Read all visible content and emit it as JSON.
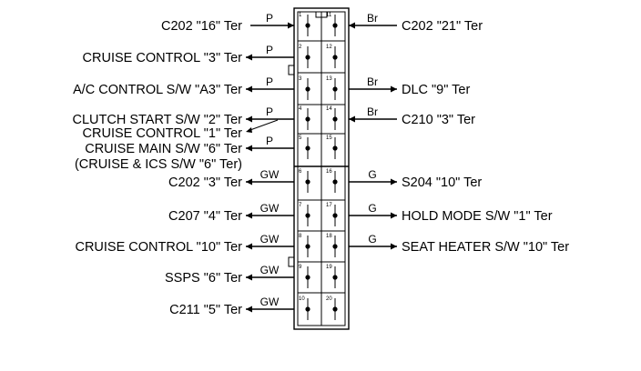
{
  "left_pins": [
    {
      "pin": "1",
      "label": "C202 \"16\" Ter",
      "wire": "P"
    },
    {
      "pin": "2",
      "label": "CRUISE CONTROL \"3\" Ter",
      "wire": "P"
    },
    {
      "pin": "3",
      "label": "A/C CONTROL S/W \"A3\" Ter",
      "wire": "P"
    },
    {
      "pin": "4",
      "label": "CLUTCH START S/W \"2\" Ter",
      "wire": "P",
      "label2": "CRUISE CONTROL \"1\" Ter"
    },
    {
      "pin": "5",
      "label": "CRUISE MAIN S/W \"6\" Ter",
      "wire": "P",
      "label2": "(CRUISE & ICS S/W \"6\" Ter)"
    },
    {
      "pin": "6",
      "label": "C202 \"3\" Ter",
      "wire": "GW"
    },
    {
      "pin": "7",
      "label": "C207 \"4\" Ter",
      "wire": "GW"
    },
    {
      "pin": "8",
      "label": "CRUISE CONTROL \"10\" Ter",
      "wire": "GW"
    },
    {
      "pin": "9",
      "label": "SSPS \"6\" Ter",
      "wire": "GW"
    },
    {
      "pin": "10",
      "label": "C211 \"5\" Ter",
      "wire": "GW"
    }
  ],
  "right_pins": [
    {
      "pin": "11",
      "label": "C202 \"21\" Ter",
      "wire": "Br"
    },
    {
      "pin": "12",
      "label": "",
      "wire": ""
    },
    {
      "pin": "13",
      "label": "DLC \"9\" Ter",
      "wire": "Br"
    },
    {
      "pin": "14",
      "label": "C210 \"3\" Ter",
      "wire": "Br"
    },
    {
      "pin": "15",
      "label": "",
      "wire": ""
    },
    {
      "pin": "16",
      "label": "S204 \"10\" Ter",
      "wire": "G"
    },
    {
      "pin": "17",
      "label": "HOLD MODE S/W \"1\" Ter",
      "wire": "G"
    },
    {
      "pin": "18",
      "label": "SEAT HEATER S/W \"10\" Ter",
      "wire": "G"
    },
    {
      "pin": "19",
      "label": "",
      "wire": ""
    },
    {
      "pin": "20",
      "label": "",
      "wire": ""
    }
  ]
}
